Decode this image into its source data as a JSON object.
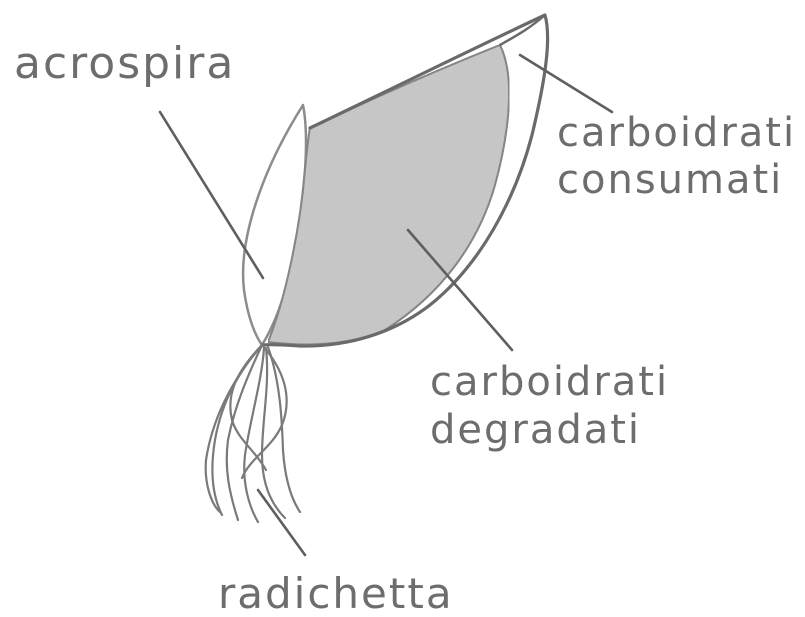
{
  "labels": {
    "acrospira": "acrospira",
    "consumed_line1": "carboidrati",
    "consumed_line2": "consumati",
    "degraded_line1": "carboidrati",
    "degraded_line2": "degradati",
    "radichetta": "radichetta"
  },
  "colors": {
    "paper": "#ffffff",
    "pencil": "#6a6a6a",
    "pencil_light": "#8c8c8c",
    "shading": "#cdcdcd"
  }
}
